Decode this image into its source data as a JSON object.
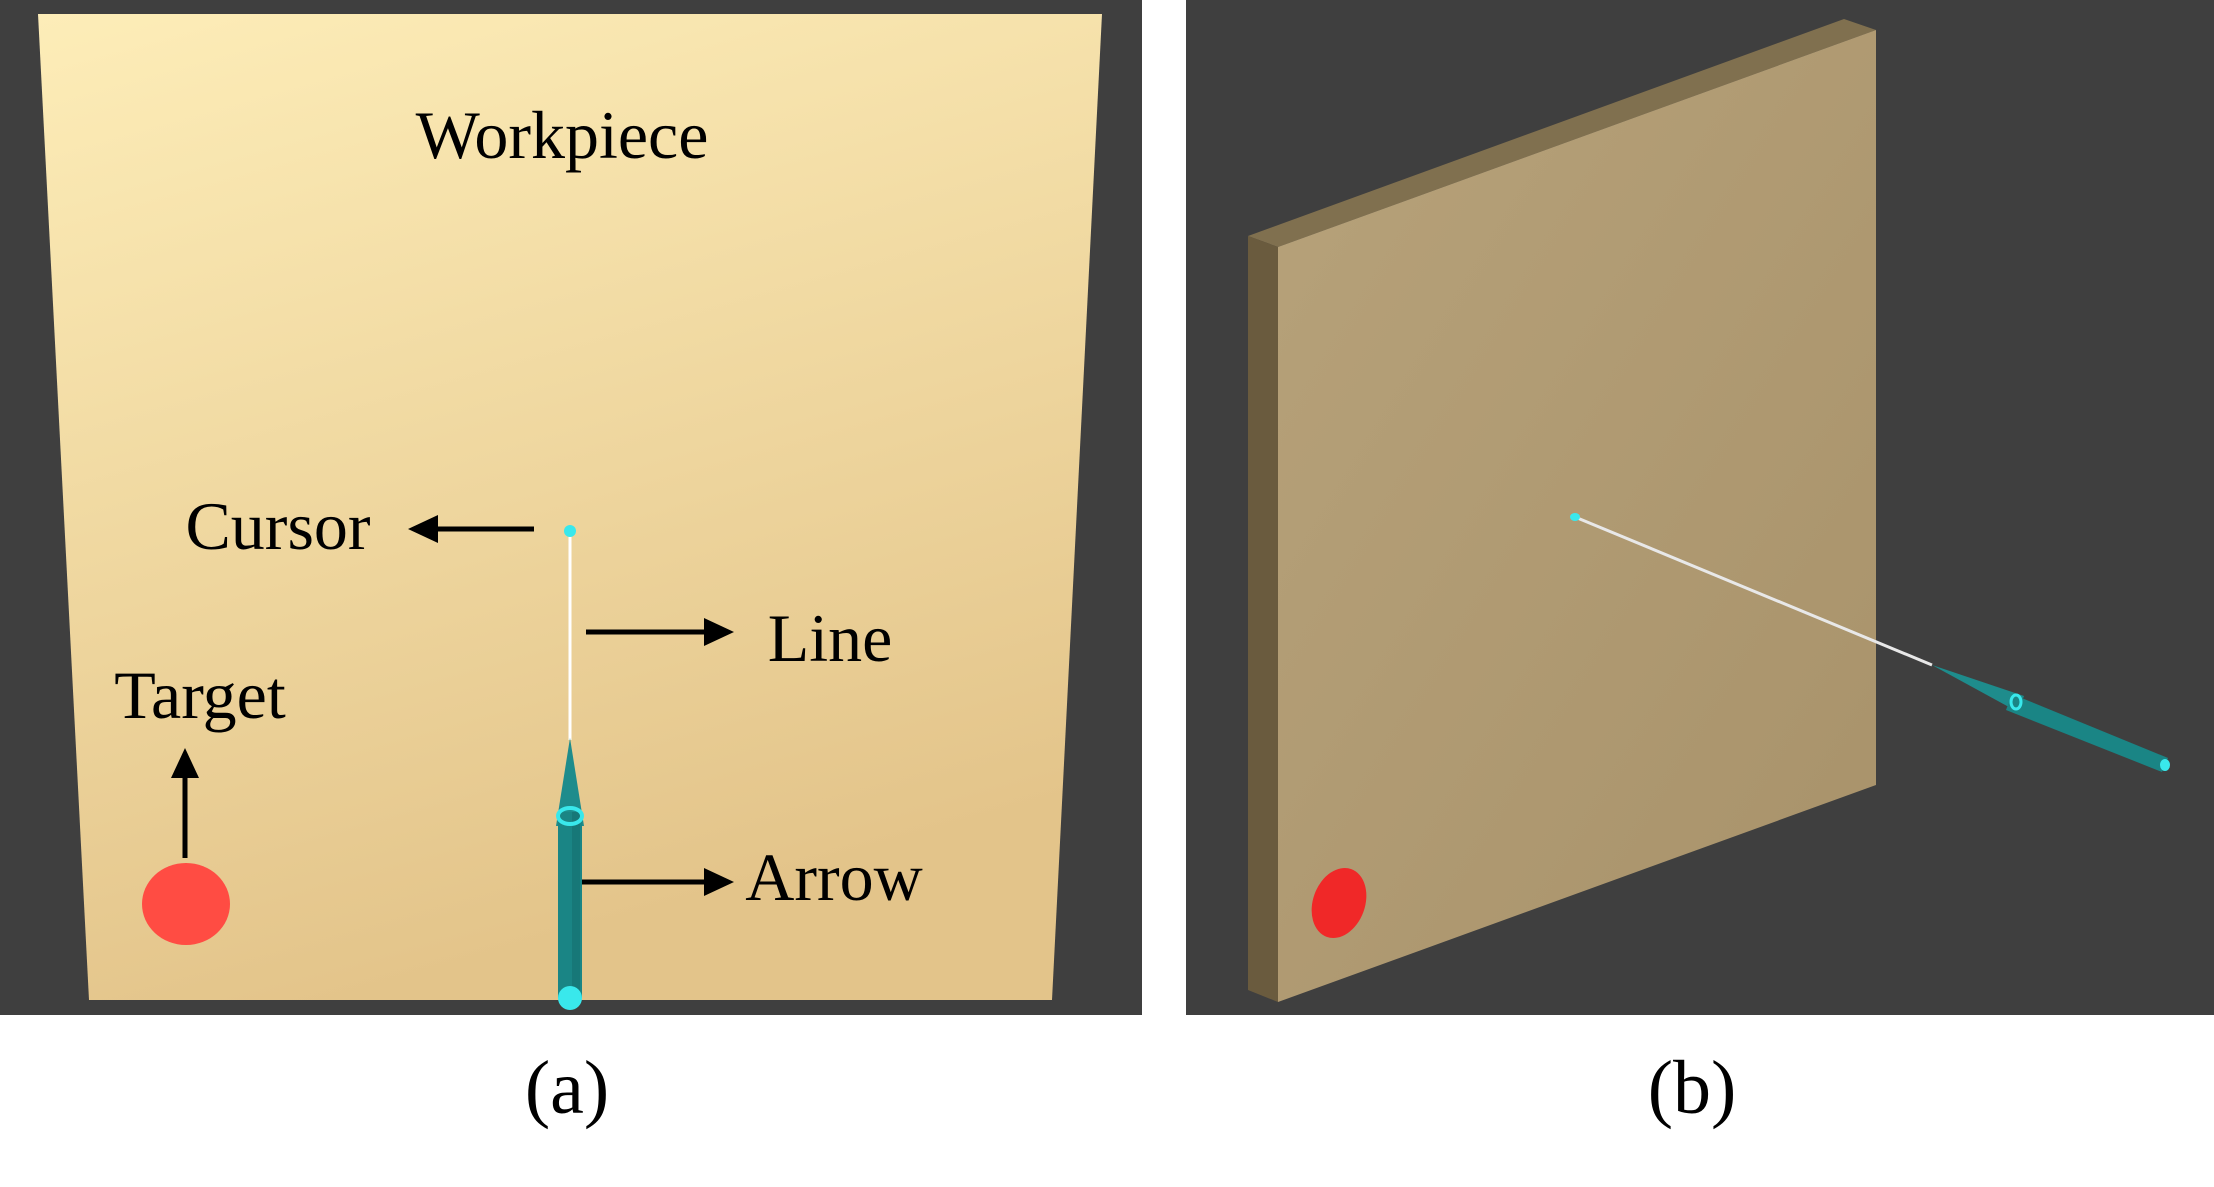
{
  "panel_a": {
    "labels": {
      "workpiece": "Workpiece",
      "cursor": "Cursor",
      "line": "Line",
      "target": "Target",
      "arrow": "Arrow"
    },
    "caption": "(a)"
  },
  "panel_b": {
    "caption": "(b)"
  },
  "colors": {
    "background": "#3f3f3f",
    "workpiece_light": "#fcebb6",
    "workpiece_dark": "#e6c68a",
    "board_front": "#b09a72",
    "board_side": "#6a5b3e",
    "board_top": "#80704f",
    "arrow": "#1e8c8c",
    "cursor": "#39e8ec",
    "target_a": "#ff4c43",
    "target_b": "#f02828"
  }
}
